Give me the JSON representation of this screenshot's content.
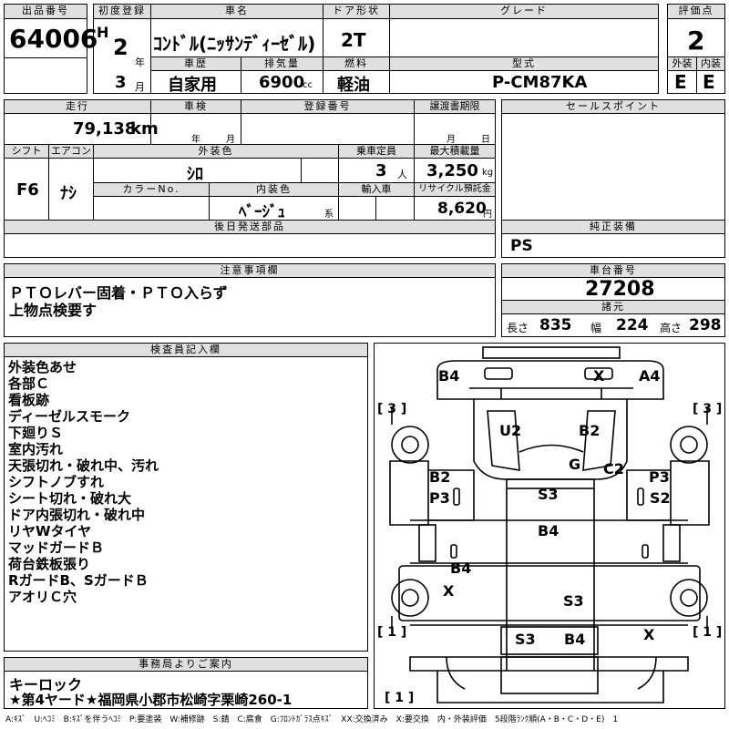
{
  "header": {
    "lot_label": "出品番号",
    "lot_number": "64006",
    "first_reg_label": "初度登録",
    "era": "H",
    "year": "2",
    "year_unit": "年",
    "month": "3",
    "month_unit": "月",
    "car_name_label": "車名",
    "car_name": "ｺﾝﾄﾞﾙ(ﾆｯｻﾝﾃﾞｨｰｾﾞﾙ)",
    "door_label": "ドア形状",
    "door": "2T",
    "grade_label": "グレード",
    "grade": "",
    "score_label": "評価点",
    "score": "2",
    "history_label": "車歴",
    "history": "自家用",
    "displacement_label": "排気量",
    "displacement": "6900",
    "displacement_unit": "cc",
    "fuel_label": "燃料",
    "fuel": "軽油",
    "model_label": "型式",
    "model": "P-CM87KA",
    "ext_label": "外装",
    "ext_grade": "E",
    "int_label": "内装",
    "int_grade": "E"
  },
  "row2": {
    "mileage_label": "走行",
    "mileage": "79,138",
    "mileage_unit": "km",
    "inspection_label": "車検",
    "insp_year_unit": "年",
    "insp_month_unit": "月",
    "reg_no_label": "登録番号",
    "transfer_label": "譲渡書期限",
    "transfer_month": "月",
    "transfer_day": "日",
    "sales_point_label": "セールスポイント",
    "shift_label": "シフト",
    "shift": "F6",
    "ac_label": "エアコン",
    "ac": "ﾅｼ",
    "ext_color_label": "外装色",
    "ext_color": "ｼﾛ",
    "capacity_label": "乗車定員",
    "capacity": "3",
    "capacity_unit": "人",
    "max_load_label": "最大積載量",
    "max_load": "3,250",
    "max_load_unit": "kg",
    "color_no_label": "カラーNo.",
    "int_color_label": "内装色",
    "int_color": "ﾍﾞｰｼﾞｭ",
    "int_color_unit": "系",
    "import_label": "輸入車",
    "recycle_label": "リサイクル預託金",
    "recycle": "8,620",
    "recycle_unit": "円",
    "later_parts_label": "後日発送部品",
    "genuine_label": "純正装備",
    "genuine": "PS"
  },
  "notes": {
    "label": "注意事項欄",
    "lines": [
      "ＰＴＯレバー固着・ＰＴＯ入らず",
      "上物点検要す"
    ]
  },
  "chassis": {
    "label": "車台番号",
    "number": "27208",
    "dims_label": "諸元",
    "length_label": "長さ",
    "length": "835",
    "width_label": "幅",
    "width": "224",
    "height_label": "高さ",
    "height": "298"
  },
  "inspector": {
    "label": "検査員記入欄",
    "lines": [
      "外装色あせ",
      "各部Ｃ",
      "看板跡",
      "ディーゼルスモーク",
      "下廻りＳ",
      "室内汚れ",
      "天張切れ・破れ中、汚れ",
      "シフトノブすれ",
      "シート切れ・破れ大",
      "ドア内張切れ・破れ中",
      "リヤWタイヤ",
      "マッドガードＢ",
      "荷台鉄板張り",
      "RガードB、SガードＢ",
      "アオリＣ穴"
    ]
  },
  "office": {
    "label": "事務局よりご案内",
    "lines": [
      "キーロック",
      "★第4ヤード★福岡県小郡市松崎字栗崎260-1"
    ]
  },
  "diagram": {
    "marks": [
      "B4",
      "X",
      "A4",
      "U2",
      "B2",
      "G",
      "C2",
      "B2",
      "P3",
      "P3",
      "S2",
      "S3",
      "B4",
      "B4",
      "X",
      "S3",
      "S3",
      "B4",
      "X"
    ],
    "corner_labels": [
      "[ 3 ]",
      "[ 3 ]",
      "[ 1 ]",
      "[ 1 ]",
      "[ 1 ]"
    ]
  },
  "legend": "A:ｷｽﾞ　U:ﾍｺﾐ　B:ｷｽﾞを伴うﾍｺﾐ　P:要塗装　W:補修跡　S:錆　C:腐食　G:ﾌﾛﾝﾄｶﾞﾗｽ点ｷｽﾞ　XX:交換済み　X:要交換　内・外装評価　5段階ﾗﾝｸ順(A・B・C・D・E)　1"
}
